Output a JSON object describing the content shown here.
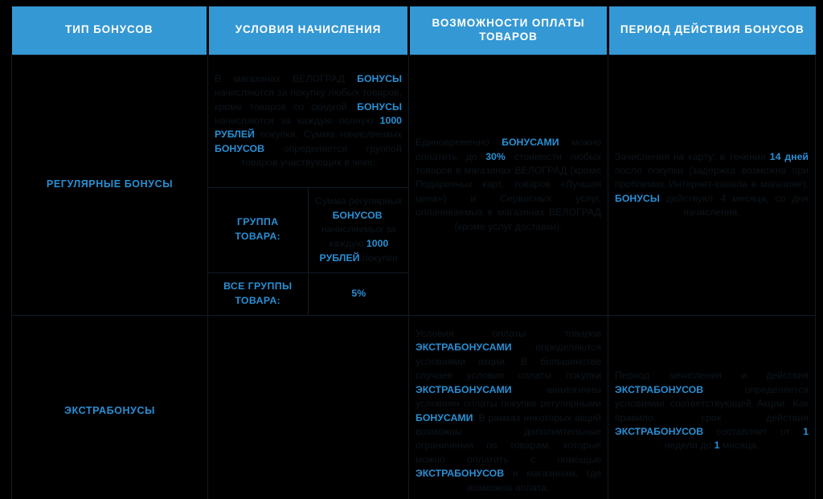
{
  "table": {
    "title": "Таблица типов бонусов ВЕЛОГРАД",
    "columns": [
      {
        "id": "type",
        "label": "ТИП БОНУСОВ"
      },
      {
        "id": "accrual",
        "label": "УСЛОВИЯ НАЧИСЛЕНИЯ"
      },
      {
        "id": "payment",
        "label": "ВОЗМОЖНОСТИ ОПЛАТЫ ТОВАРОВ"
      },
      {
        "id": "period",
        "label": "ПЕРИОД ДЕЙСТВИЯ БОНУСОВ"
      }
    ],
    "rows": [
      {
        "id": "regular",
        "type_label": "РЕГУЛЯРНЫЕ БОНУСЫ",
        "accrual": {
          "p1_a": "В магазинах ВЕЛОГРАД ",
          "p1_hl1": "БОНУСЫ",
          "p1_b": " начисляются за покупку любых товаров, кроме товаров со скидкой. ",
          "p1_hl2": "БОНУСЫ",
          "p1_c": " начисляются за каждую полную ",
          "p1_hl3": "1000 РУБЛЕЙ",
          "p1_d": " покупки. Сумма начисляемых ",
          "p1_hl4": "БОНУСОВ",
          "p1_e": " определяется группой товаров участвующих в чеке:",
          "subtable": {
            "header_left": "ГРУППА ТОВАРА:",
            "header_right_a": "Сумма регулярных ",
            "header_right_hl": "БОНУСОВ",
            "header_right_b": ", начисляемых за каждую ",
            "header_right_hl2": "1000 РУБЛЕЙ",
            "header_right_c": " покупки",
            "row_left": "ВСЕ ГРУППЫ ТОВАРА:",
            "row_right": "5%"
          }
        },
        "payment": {
          "a": "Единовременно ",
          "hl1": "БОНУСАМИ",
          "b": " можно оплатить до ",
          "hl2": "30%",
          "c": " стоимости любых товаров в магазинах ВЕЛОГРАД (кроме Подарочных карт, товаров «Лучшая цена») и Сервисных услуг, оплачиваемых в магазинах ВЕЛОГРАД (кроме услуг доставки)."
        },
        "period": {
          "a": "Зачисления на карту: в течении ",
          "hl1": "14 дней",
          "b": " после покупки (задержка возможна при проблемах Интернет-канала в магазине). ",
          "hl2": "БОНУСЫ",
          "c": " действуют 4 месяца, со дня начисления."
        }
      },
      {
        "id": "extra",
        "type_label": "ЭКСТРАБОНУСЫ",
        "accrual": {
          "text": ""
        },
        "payment": {
          "a": "Условия оплаты товаров ",
          "hl1": "ЭКСТРАБОНУСАМИ",
          "b": " определяются условиями акции. В большинстве случаев условия оплаты покупки ",
          "hl2": "ЭКСТРАБОНУСАМИ",
          "c": " аналогичны условиям оплаты покупки регулярными ",
          "hl3": "БОНУСАМИ",
          "d": ". В рамках некоторых акций возможны дополнительные ограничения по товарам, которые можно оплатить с помощью ",
          "hl4": "ЭКСТРАБОНУСОВ",
          "e": " и магазинам, где возможна оплата."
        },
        "period": {
          "a": "Период зачисления и действия ",
          "hl1": "ЭКСТРАБОНУСОВ",
          "b": " определяется условиями соответствующей Акции. Как правило, срок действия ",
          "hl2": "ЭКСТРАБОНУСОВ",
          "c": " составляет от ",
          "hl3": "1",
          "d": " недели до ",
          "hl4": "1",
          "e": " месяца."
        }
      }
    ]
  },
  "colors": {
    "header_bg": "#3498d4",
    "header_text": "#ffffff",
    "accent": "#2a8fd4",
    "body_text": "#0c141b",
    "background": "#000000",
    "border": "#101b24"
  }
}
